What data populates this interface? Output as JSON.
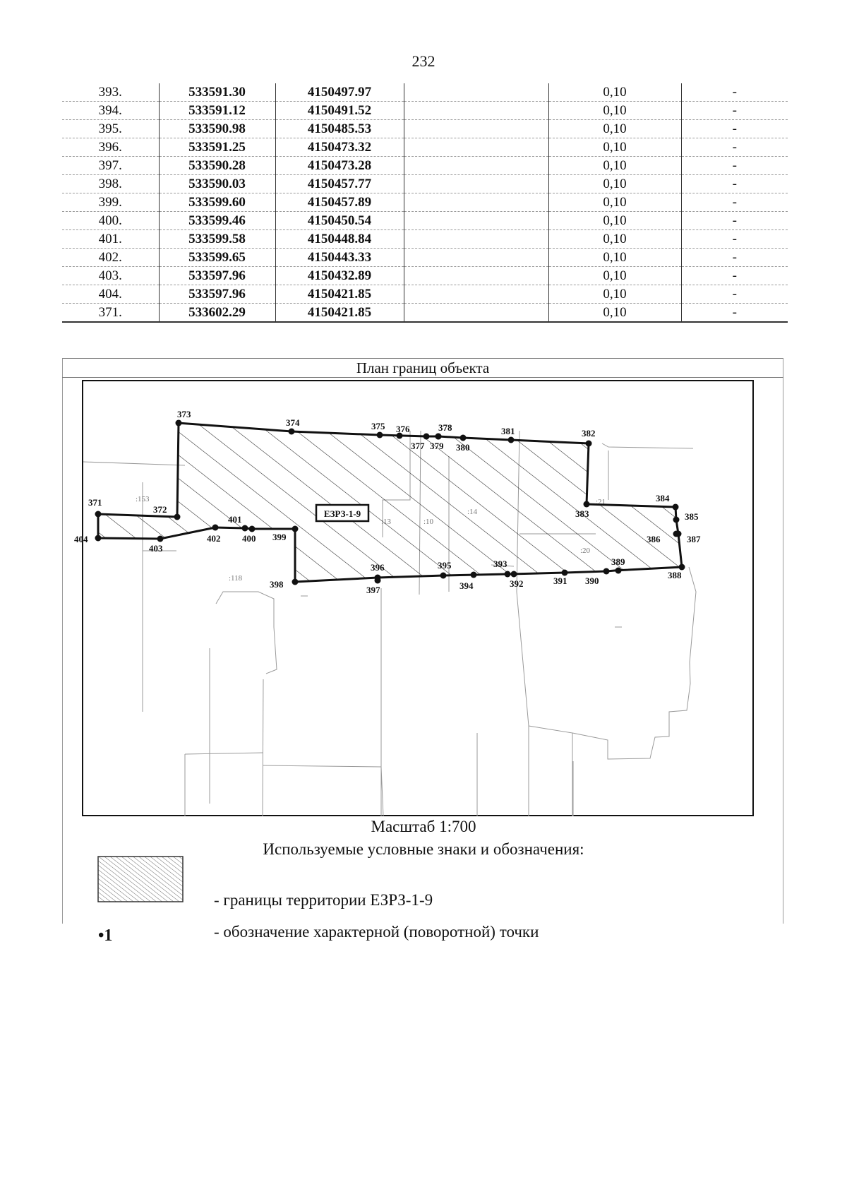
{
  "page_number": "232",
  "table": {
    "rows": [
      {
        "n": "393.",
        "x": "533591.30",
        "y": "4150497.97",
        "acc": "0,10",
        "note": "-"
      },
      {
        "n": "394.",
        "x": "533591.12",
        "y": "4150491.52",
        "acc": "0,10",
        "note": "-"
      },
      {
        "n": "395.",
        "x": "533590.98",
        "y": "4150485.53",
        "acc": "0,10",
        "note": "-"
      },
      {
        "n": "396.",
        "x": "533591.25",
        "y": "4150473.32",
        "acc": "0,10",
        "note": "-"
      },
      {
        "n": "397.",
        "x": "533590.28",
        "y": "4150473.28",
        "acc": "0,10",
        "note": "-"
      },
      {
        "n": "398.",
        "x": "533590.03",
        "y": "4150457.77",
        "acc": "0,10",
        "note": "-"
      },
      {
        "n": "399.",
        "x": "533599.60",
        "y": "4150457.89",
        "acc": "0,10",
        "note": "-"
      },
      {
        "n": "400.",
        "x": "533599.46",
        "y": "4150450.54",
        "acc": "0,10",
        "note": "-"
      },
      {
        "n": "401.",
        "x": "533599.58",
        "y": "4150448.84",
        "acc": "0,10",
        "note": "-"
      },
      {
        "n": "402.",
        "x": "533599.65",
        "y": "4150443.33",
        "acc": "0,10",
        "note": "-"
      },
      {
        "n": "403.",
        "x": "533597.96",
        "y": "4150432.89",
        "acc": "0,10",
        "note": "-"
      },
      {
        "n": "404.",
        "x": "533597.96",
        "y": "4150421.85",
        "acc": "0,10",
        "note": "-"
      },
      {
        "n": "371.",
        "x": "533602.29",
        "y": "4150421.85",
        "acc": "0,10",
        "note": "-"
      }
    ]
  },
  "plan": {
    "title": "План границ объекта",
    "zone_label": "ЕЗРЗ-1-9",
    "parcel_labels": [
      ":153",
      ":13",
      ":10",
      ":14",
      ":21",
      ":20",
      ":118"
    ],
    "points": [
      {
        "id": "373"
      },
      {
        "id": "374"
      },
      {
        "id": "375"
      },
      {
        "id": "376"
      },
      {
        "id": "377"
      },
      {
        "id": "378"
      },
      {
        "id": "379"
      },
      {
        "id": "380"
      },
      {
        "id": "381"
      },
      {
        "id": "382"
      },
      {
        "id": "383"
      },
      {
        "id": "384"
      },
      {
        "id": "385"
      },
      {
        "id": "386"
      },
      {
        "id": "387"
      },
      {
        "id": "388"
      },
      {
        "id": "389"
      },
      {
        "id": "390"
      },
      {
        "id": "391"
      },
      {
        "id": "392"
      },
      {
        "id": "393"
      },
      {
        "id": "394"
      },
      {
        "id": "395"
      },
      {
        "id": "396"
      },
      {
        "id": "397"
      },
      {
        "id": "398"
      },
      {
        "id": "399"
      },
      {
        "id": "400"
      },
      {
        "id": "401"
      },
      {
        "id": "402"
      },
      {
        "id": "403"
      },
      {
        "id": "404"
      },
      {
        "id": "371"
      },
      {
        "id": "372"
      }
    ],
    "scale": "Масштаб 1:700"
  },
  "legend": {
    "title": "Используемые условные знаки и обозначения:",
    "items": [
      {
        "symbol": "",
        "text": "- границы территории ЕЗРЗ-1-9"
      },
      {
        "symbol": "•1",
        "text": "- обозначение характерной (поворотной) точки"
      }
    ]
  }
}
